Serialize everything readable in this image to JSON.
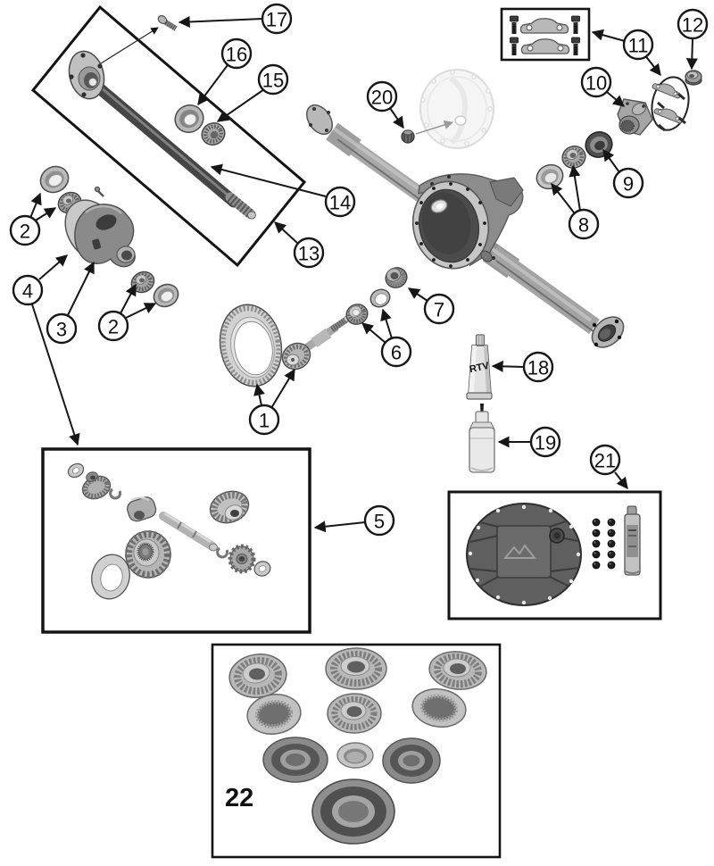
{
  "callouts": {
    "1": "1",
    "2": "2",
    "3": "3",
    "4": "4",
    "5": "5",
    "6": "6",
    "7": "7",
    "8": "8",
    "9": "9",
    "10": "10",
    "11": "11",
    "12": "12",
    "13": "13",
    "14": "14",
    "15": "15",
    "16": "16",
    "17": "17",
    "18": "18",
    "19": "19",
    "20": "20",
    "21": "21",
    "22": "22"
  },
  "labels": {
    "rtv": "RTV"
  }
}
